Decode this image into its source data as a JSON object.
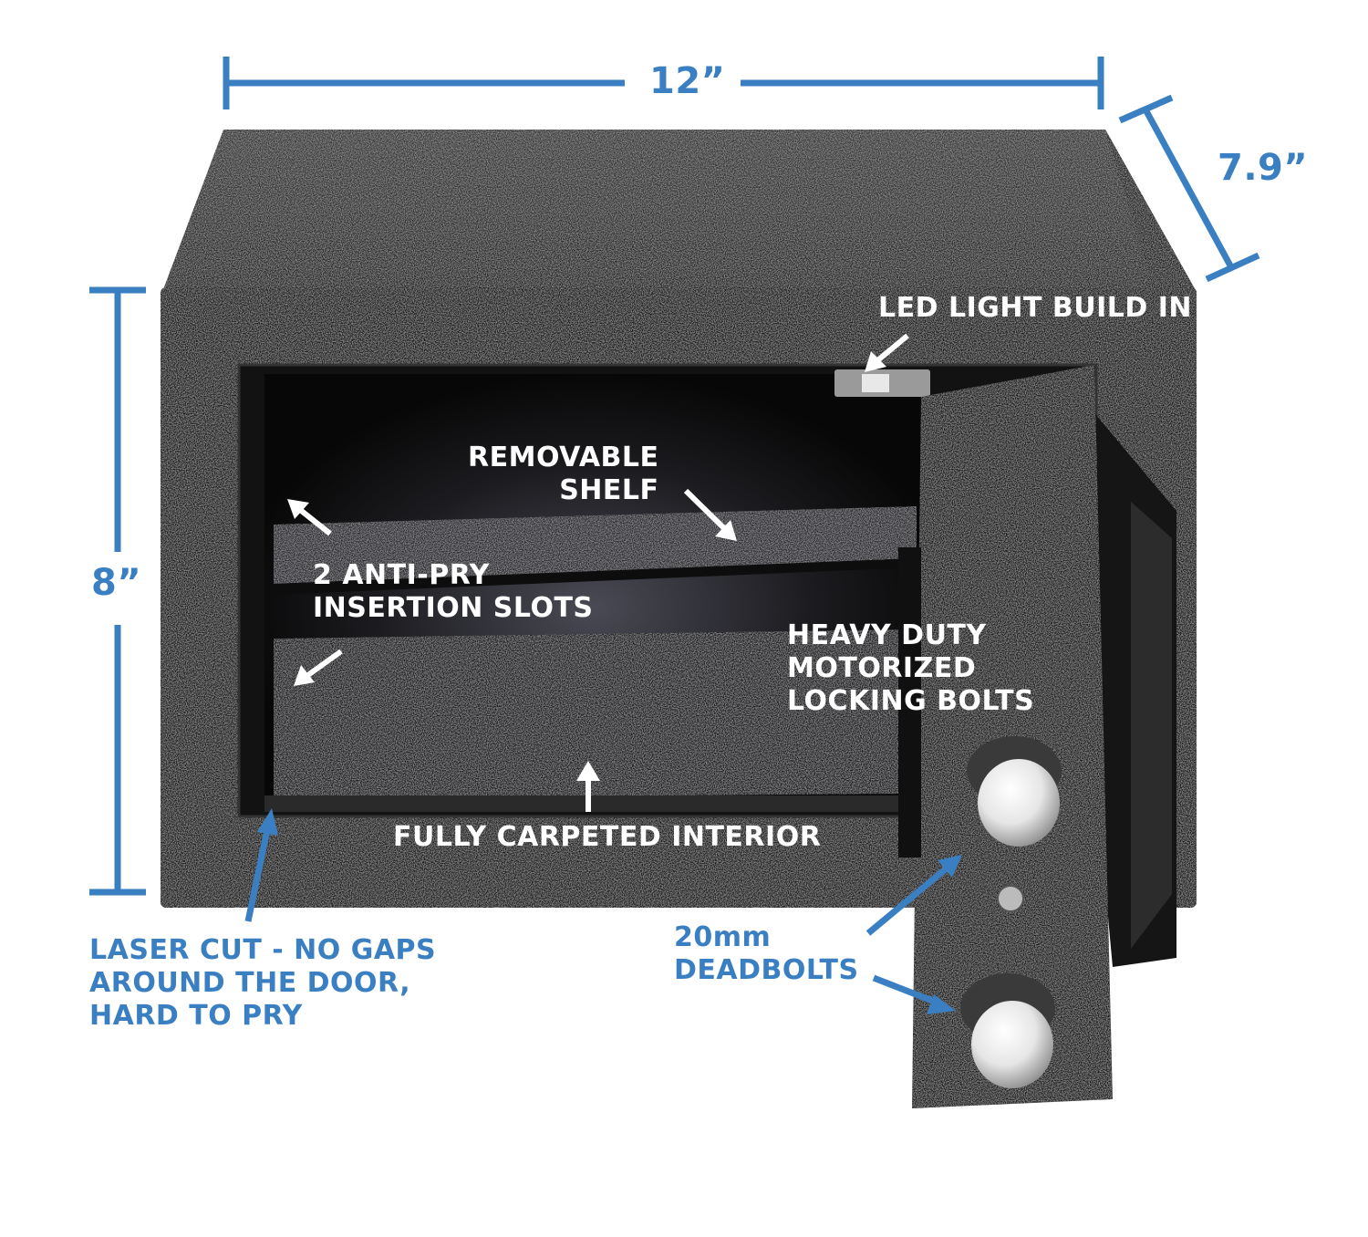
{
  "colors": {
    "dimension_blue": "#3a7fc2",
    "safe_body": "#1e1e1e",
    "interior": "#0b0b0b",
    "callout_white": "#ffffff"
  },
  "dimensions": {
    "width": "12”",
    "depth": "7.9”",
    "height": "8”"
  },
  "callouts": {
    "led": "LED LIGHT BUILD IN",
    "shelf": [
      "REMOVABLE",
      "SHELF"
    ],
    "anti_pry": [
      "2 ANTI-PRY",
      "INSERTION SLOTS"
    ],
    "bolts": [
      "HEAVY DUTY",
      "MOTORIZED",
      "LOCKING BOLTS"
    ],
    "carpet": "FULLY CARPETED INTERIOR",
    "deadbolts": [
      "20mm",
      "DEADBOLTS"
    ],
    "laser": [
      "LASER CUT - NO GAPS",
      "AROUND THE DOOR,",
      "HARD TO PRY"
    ]
  }
}
